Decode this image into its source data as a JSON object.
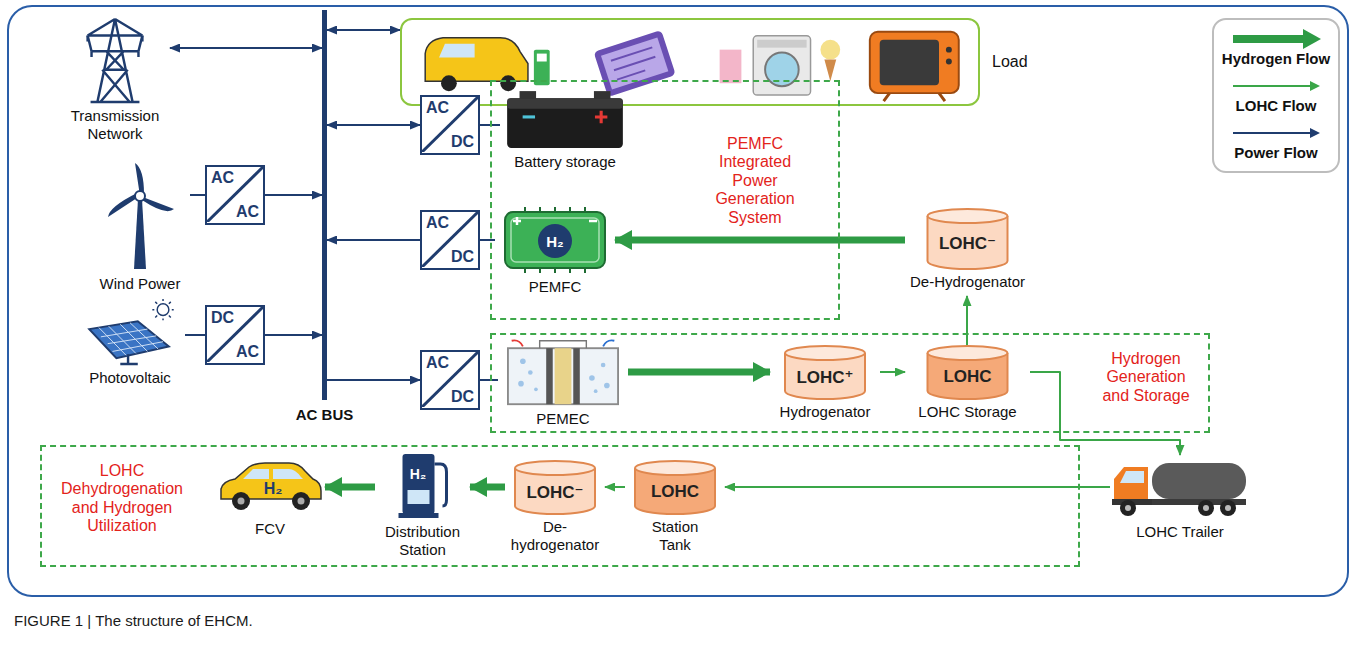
{
  "diagram": {
    "caption": "FIGURE 1 | The structure of EHCM.",
    "nodes": [
      {
        "text": [
          "Transmission Network"
        ]
      },
      {
        "text": [
          "Load"
        ]
      },
      {
        "text": [
          "AC BUS"
        ]
      },
      {
        "text": [
          "Wind Power"
        ]
      },
      {
        "text": [
          "AC",
          "AC"
        ]
      },
      {
        "text": [
          "Photovoltaic"
        ]
      },
      {
        "text": [
          "DC",
          "AC"
        ]
      },
      {
        "text": [
          "AC",
          "DC"
        ]
      },
      {
        "text": [
          "PEMFC Integrated Power Generation System"
        ]
      },
      {
        "text": [
          "Battery storage"
        ],
        "in": 8
      },
      {
        "text": [
          "AC",
          "DC"
        ]
      },
      {
        "text": [
          "H₂",
          "PEMFC"
        ],
        "in": 8
      },
      {
        "text": [
          "LOHC⁻",
          "De-Hydrogenator"
        ]
      },
      {
        "text": [
          "AC",
          "DC"
        ]
      },
      {
        "text": [
          "Hydrogen Generation and Storage"
        ]
      },
      {
        "text": [
          "PEMEC"
        ],
        "in": 14
      },
      {
        "text": [
          "LOHC⁺",
          "Hydrogenator"
        ],
        "in": 14
      },
      {
        "text": [
          "LOHC",
          "LOHC Storage"
        ],
        "in": 14
      },
      {
        "text": [
          "LOHC Trailer"
        ]
      },
      {
        "text": [
          "LOHC Dehydrogenation and Hydrogen Utilization"
        ]
      },
      {
        "text": [
          "H₂",
          "FCV"
        ],
        "in": 19
      },
      {
        "text": [
          "H₂",
          "Distribution Station"
        ],
        "in": 19
      },
      {
        "text": [
          "LOHC⁻",
          "De- hydrogenator"
        ],
        "in": 19
      },
      {
        "text": [
          "LOHC",
          "Station Tank"
        ],
        "in": 19
      }
    ],
    "edges": [
      {
        "from": 0,
        "to": 2,
        "arrow": "both"
      },
      {
        "from": 2,
        "to": 1,
        "arrow": "both"
      },
      {
        "from": 3,
        "to": 4,
        "arrow": "none"
      },
      {
        "from": 4,
        "to": 2,
        "arrow": "to"
      },
      {
        "from": 5,
        "to": 6,
        "arrow": "none"
      },
      {
        "from": 6,
        "to": 2,
        "arrow": "to"
      },
      {
        "from": 2,
        "to": 7,
        "arrow": "both"
      },
      {
        "from": 7,
        "to": 9,
        "arrow": "none"
      },
      {
        "from": 10,
        "to": 2,
        "arrow": "to"
      },
      {
        "from": 10,
        "to": 11,
        "arrow": "none"
      },
      {
        "from": 2,
        "to": 13,
        "arrow": "to"
      },
      {
        "from": 13,
        "to": 15,
        "arrow": "none"
      },
      {
        "from": 15,
        "to": 16,
        "arrow": "to"
      },
      {
        "from": 16,
        "to": 17,
        "arrow": "to"
      },
      {
        "from": 17,
        "to": 12,
        "arrow": "to"
      },
      {
        "from": 12,
        "to": 11,
        "arrow": "to"
      },
      {
        "from": 17,
        "to": 18,
        "arrow": "to"
      },
      {
        "from": 18,
        "to": 23,
        "arrow": "to"
      },
      {
        "from": 23,
        "to": 22,
        "arrow": "to"
      },
      {
        "from": 22,
        "to": 21,
        "arrow": "to"
      },
      {
        "from": 21,
        "to": 20,
        "arrow": "to"
      }
    ],
    "legend": [
      {
        "text": "Hydrogen Flow"
      },
      {
        "text": "LOHC Flow"
      },
      {
        "text": "Power Flow"
      }
    ]
  }
}
